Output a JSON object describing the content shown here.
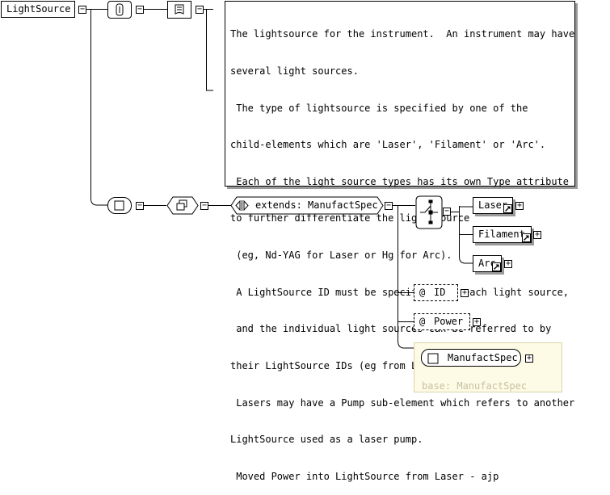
{
  "root": {
    "label": "LightSource",
    "toggle": "−"
  },
  "annotation": {
    "toggle_a": "−",
    "toggle_b": "−",
    "doc_lines": [
      "The lightsource for the instrument.  An instrument may have",
      "several light sources.",
      " The type of lightsource is specified by one of the",
      "child-elements which are 'Laser', 'Filament' or 'Arc'.",
      " Each of the light source types has its own Type attribute",
      "to further differentiate the light source",
      " (eg, Nd-YAG for Laser or Hg for Arc).",
      " A LightSource ID must be specified for each light source,",
      " and the individual light sources can be referred to by",
      "their LightSource IDs (eg from LogicalChannel).",
      " Lasers may have a Pump sub-element which refers to another",
      "LightSource used as a laser pump.",
      " Moved Power into LightSource from Laser - ajp"
    ]
  },
  "content": {
    "toggle_a": "−",
    "toggle_b": "−"
  },
  "extension": {
    "label": "extends: ManufactSpec",
    "toggle": "−",
    "choice_toggle": "−"
  },
  "children": [
    {
      "label": "Laser",
      "expand": "+"
    },
    {
      "label": "Filament",
      "expand": "+"
    },
    {
      "label": "Arc",
      "expand": "+"
    }
  ],
  "attributes": [
    {
      "at": "@",
      "label": "ID",
      "expand": "+"
    },
    {
      "at": "@",
      "label": "Power",
      "expand": "+"
    }
  ],
  "base_type": {
    "label": "ManufactSpec",
    "expand": "+",
    "base_text": "base: ManufactSpec"
  }
}
